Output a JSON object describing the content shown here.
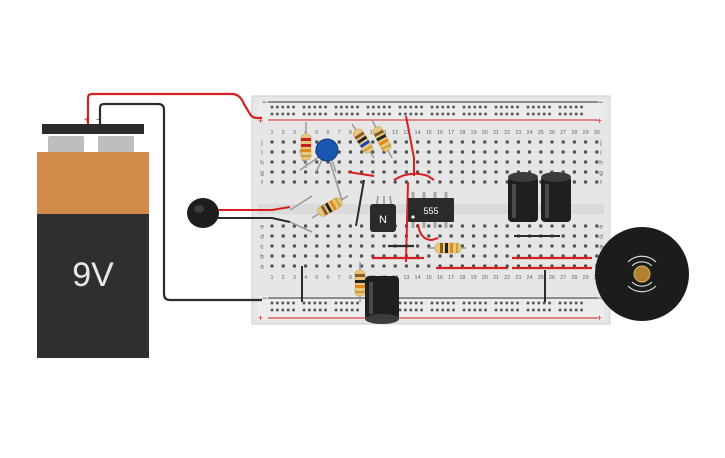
{
  "battery": {
    "label": "9V",
    "plus_sign": "+",
    "minus_sign": "−"
  },
  "breadboard": {
    "rail_plus": "+",
    "rail_minus": "−",
    "rows_upper": [
      "j",
      "i",
      "h",
      "g",
      "f"
    ],
    "rows_lower": [
      "e",
      "d",
      "c",
      "b",
      "a"
    ],
    "column_numbers": [
      "1",
      "2",
      "3",
      "4",
      "5",
      "6",
      "7",
      "8",
      "9",
      "10",
      "11",
      "12",
      "13",
      "14",
      "15",
      "16",
      "17",
      "18",
      "19",
      "20",
      "21",
      "22",
      "23",
      "24",
      "25",
      "26",
      "27",
      "28",
      "29",
      "30"
    ]
  },
  "components": {
    "ic_label": "555",
    "transistor_label": "N"
  },
  "colors": {
    "wire_red": "#d42020",
    "wire_black": "#2b2b2b",
    "battery_top": "#d08b4a",
    "battery_body": "#2f2f2f",
    "board": "#e9e9e9",
    "capacitor_blue": "#1a55b0"
  }
}
